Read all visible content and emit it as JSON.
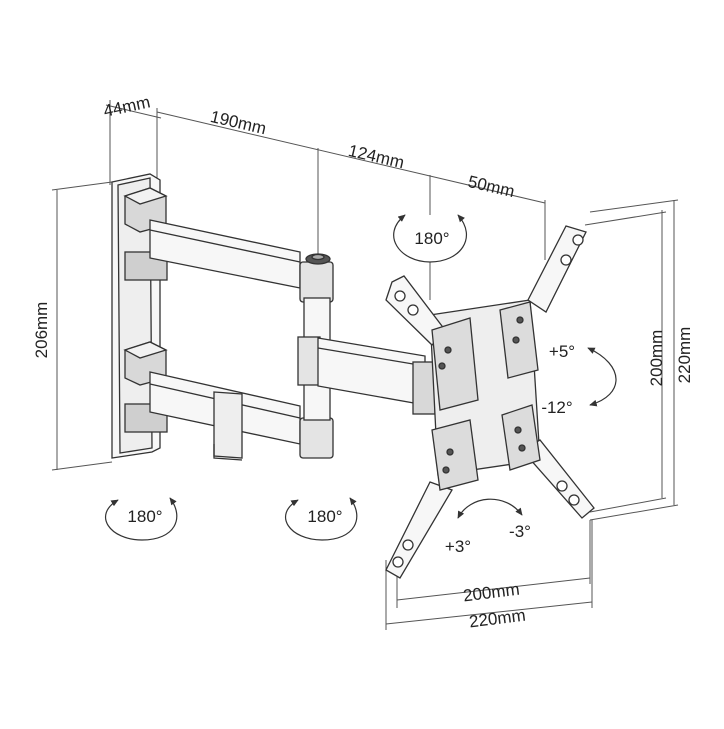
{
  "dimensions": {
    "wall_plate_depth": "44mm",
    "arm_segment_1": "190mm",
    "arm_segment_2": "124mm",
    "head_offset": "50mm",
    "wall_plate_height": "206mm",
    "vesa_vertical_inner": "200mm",
    "vesa_vertical_outer": "220mm",
    "vesa_horizontal_inner": "200mm",
    "vesa_horizontal_outer": "220mm"
  },
  "rotations": {
    "head_swivel": "180°",
    "wall_joint_swivel": "180°",
    "elbow_swivel": "180°",
    "tilt_up": "+5°",
    "tilt_down": "-12°",
    "level_plus": "+3°",
    "level_minus": "-3°"
  },
  "colors": {
    "line": "#333333",
    "part_fill": "#f7f7f7",
    "shade": "#d8d8d8",
    "dark": "#555555"
  }
}
